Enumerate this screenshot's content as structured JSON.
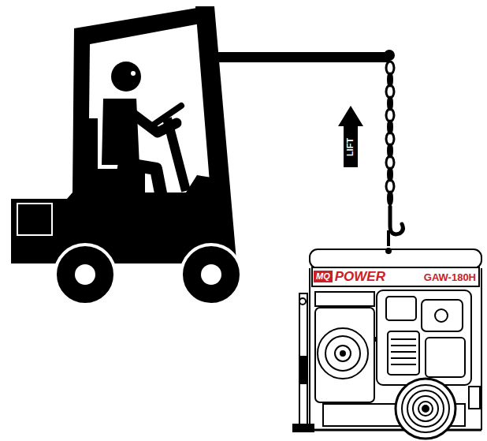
{
  "diagram": {
    "labels": [
      "LIFT",
      "MQ",
      "POWER",
      "GAW-180H"
    ]
  }
}
